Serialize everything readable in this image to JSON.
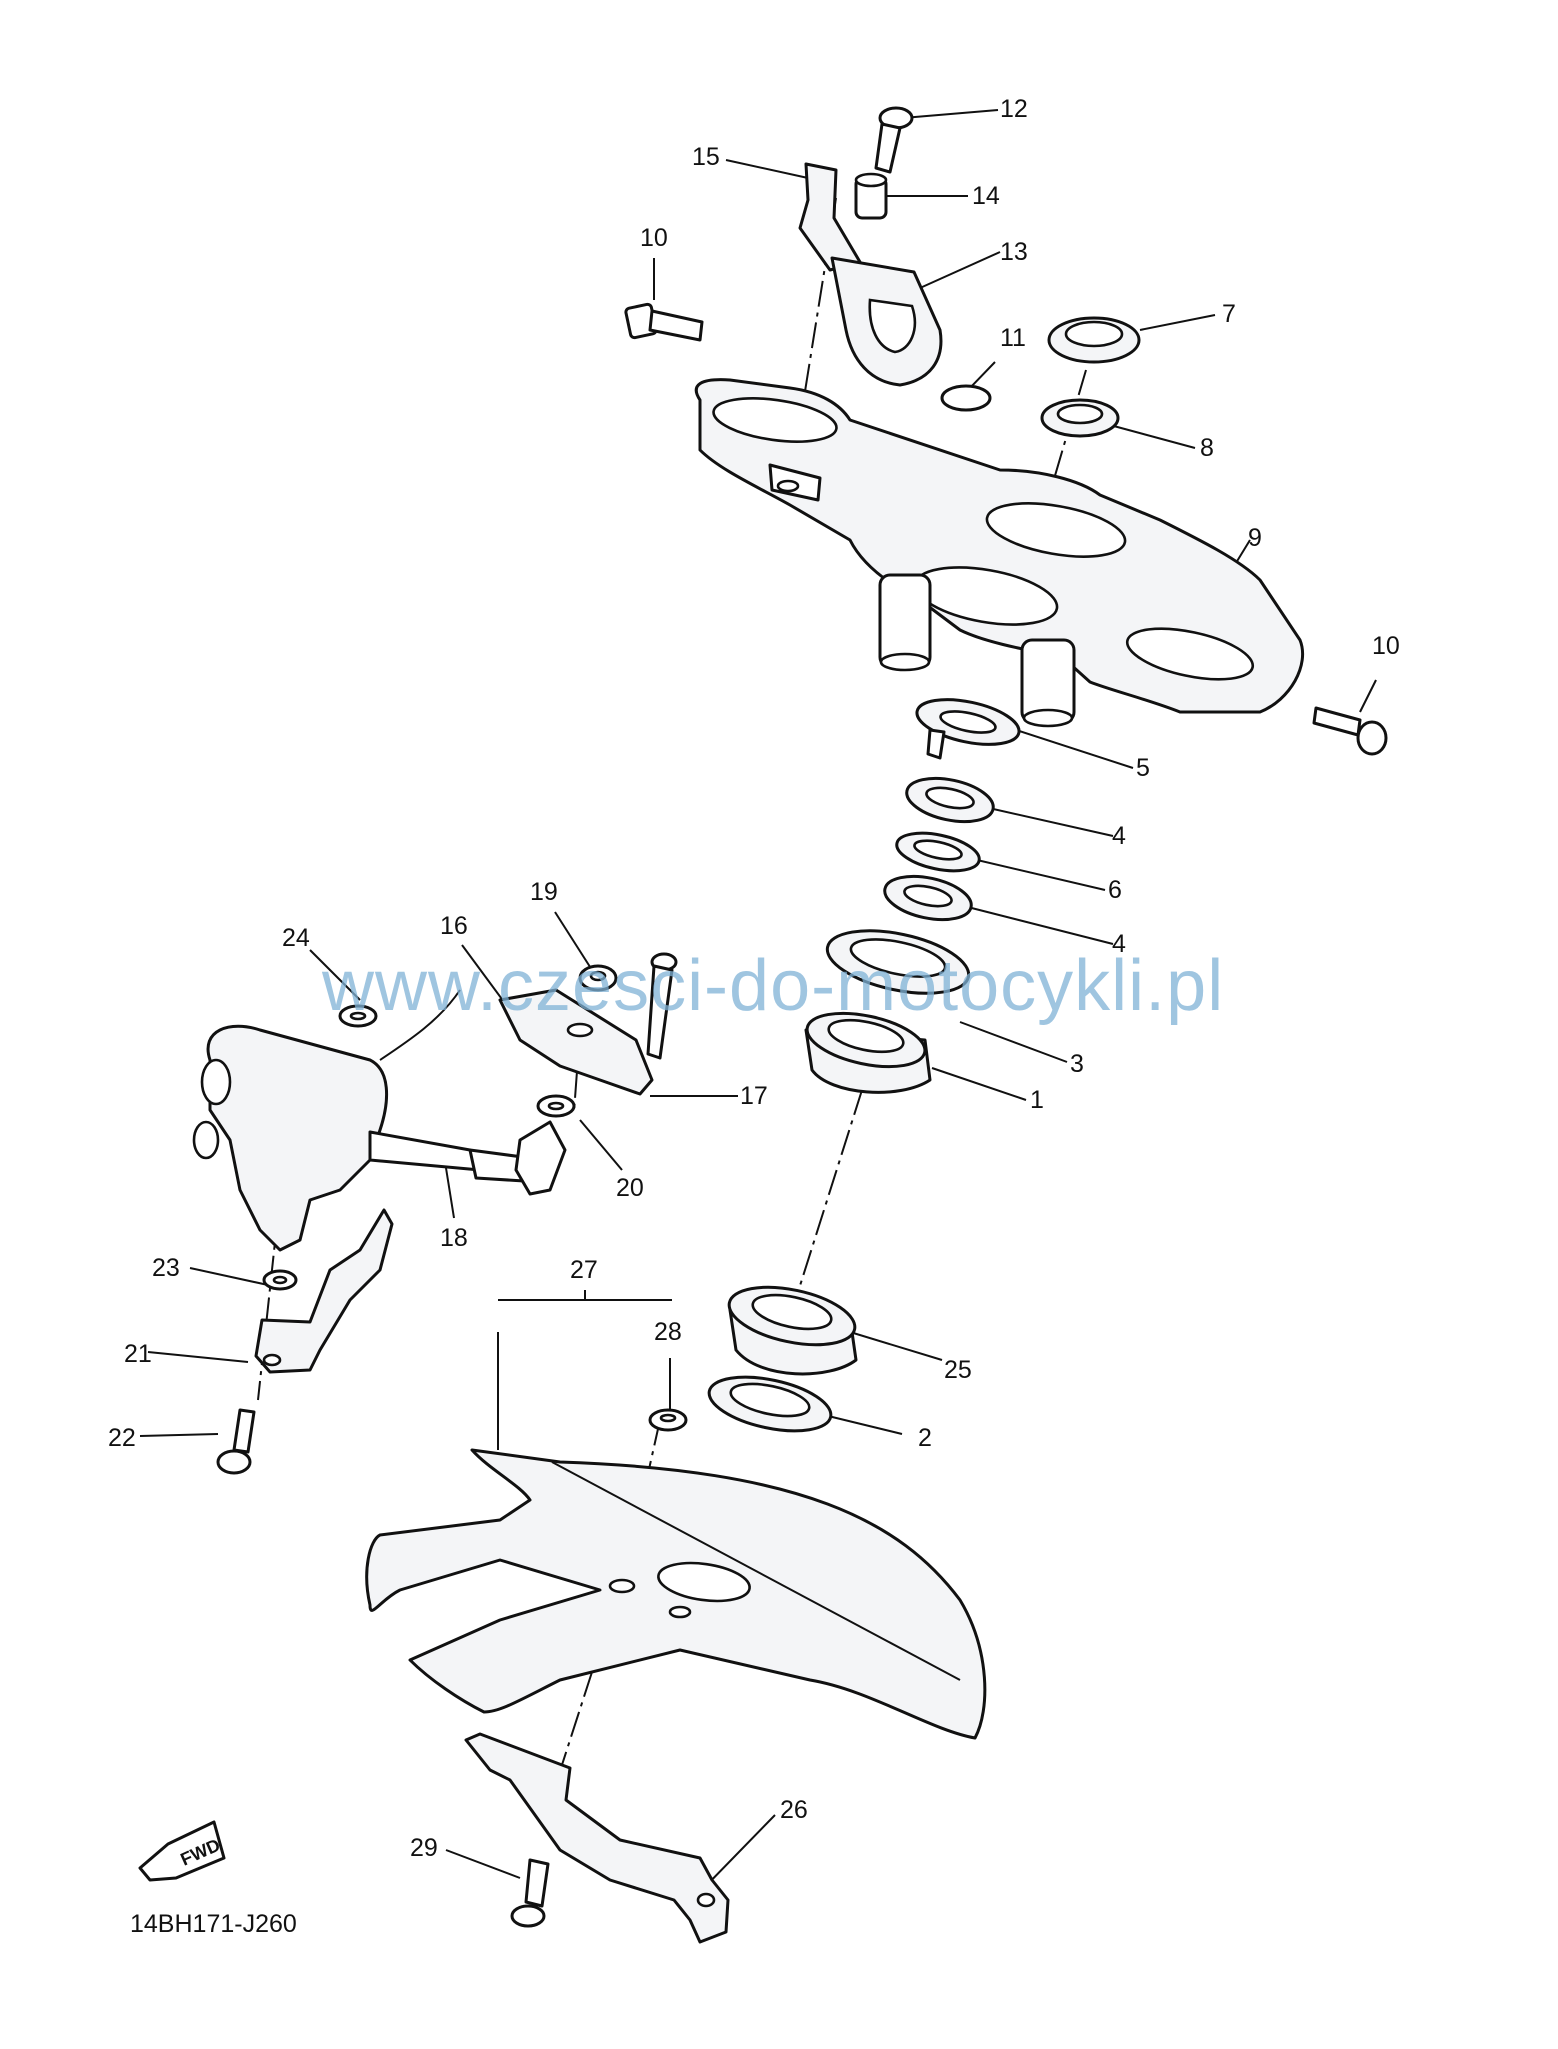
{
  "diagram": {
    "watermark": "www.czesci-do-motocykli.pl",
    "drawing_code": "14BH171-J260",
    "fwd_badge": "FWD",
    "callouts": [
      "12",
      "15",
      "14",
      "10",
      "13",
      "7",
      "11",
      "8",
      "9",
      "10",
      "5",
      "4",
      "6",
      "4",
      "19",
      "24",
      "16",
      "3",
      "17",
      "1",
      "20",
      "18",
      "23",
      "27",
      "28",
      "25",
      "21",
      "2",
      "22",
      "26",
      "29"
    ]
  }
}
